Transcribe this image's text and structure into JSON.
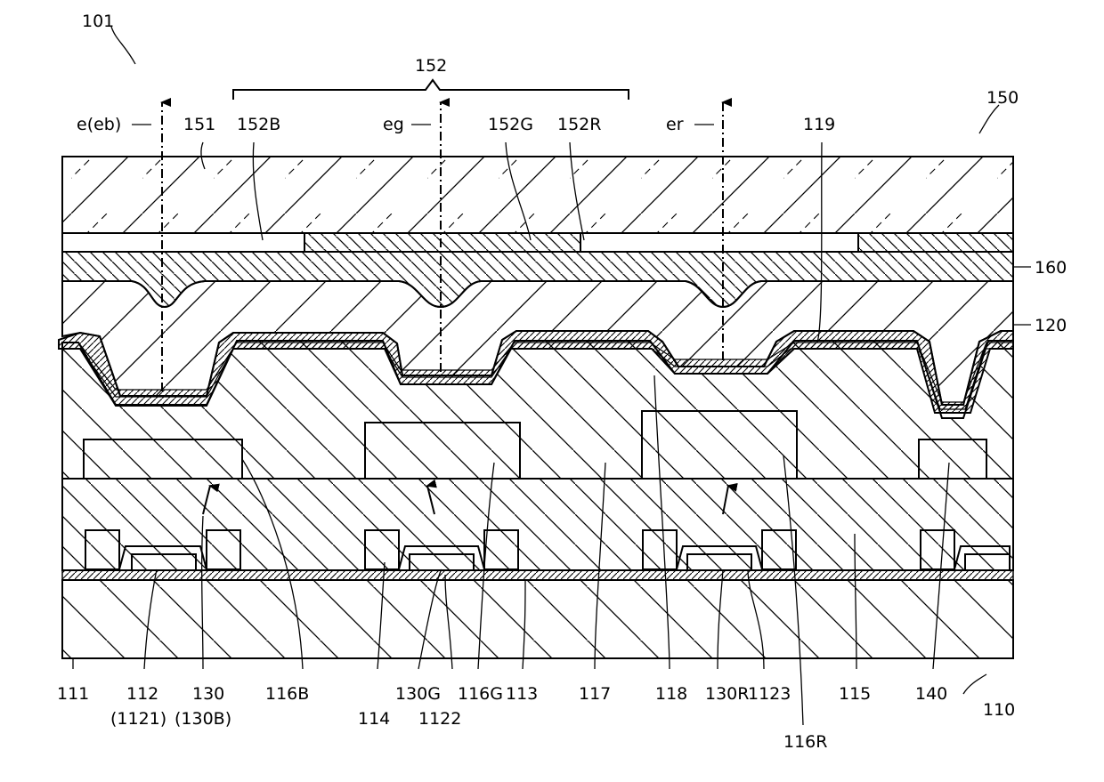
{
  "figure": {
    "device_ref": "101",
    "labels": {
      "l152": "152",
      "l150": "150",
      "ebeam": "e(eb)",
      "l151": "151",
      "l152B": "152B",
      "eg": "eg",
      "l152G": "152G",
      "l152R": "152R",
      "er": "er",
      "l119": "119",
      "l160": "160",
      "l120": "120",
      "l111": "111",
      "l112": "112",
      "l1121": "(1121)",
      "l130": "130",
      "l130B": "(130B)",
      "l116B": "116B",
      "l114": "114",
      "l130G": "130G",
      "l1122": "1122",
      "l116G": "116G",
      "l113": "113",
      "l117": "117",
      "l118": "118",
      "l130R": "130R",
      "l1123": "1123",
      "l116R": "116R",
      "l115": "115",
      "l140": "140",
      "l110": "110"
    }
  }
}
